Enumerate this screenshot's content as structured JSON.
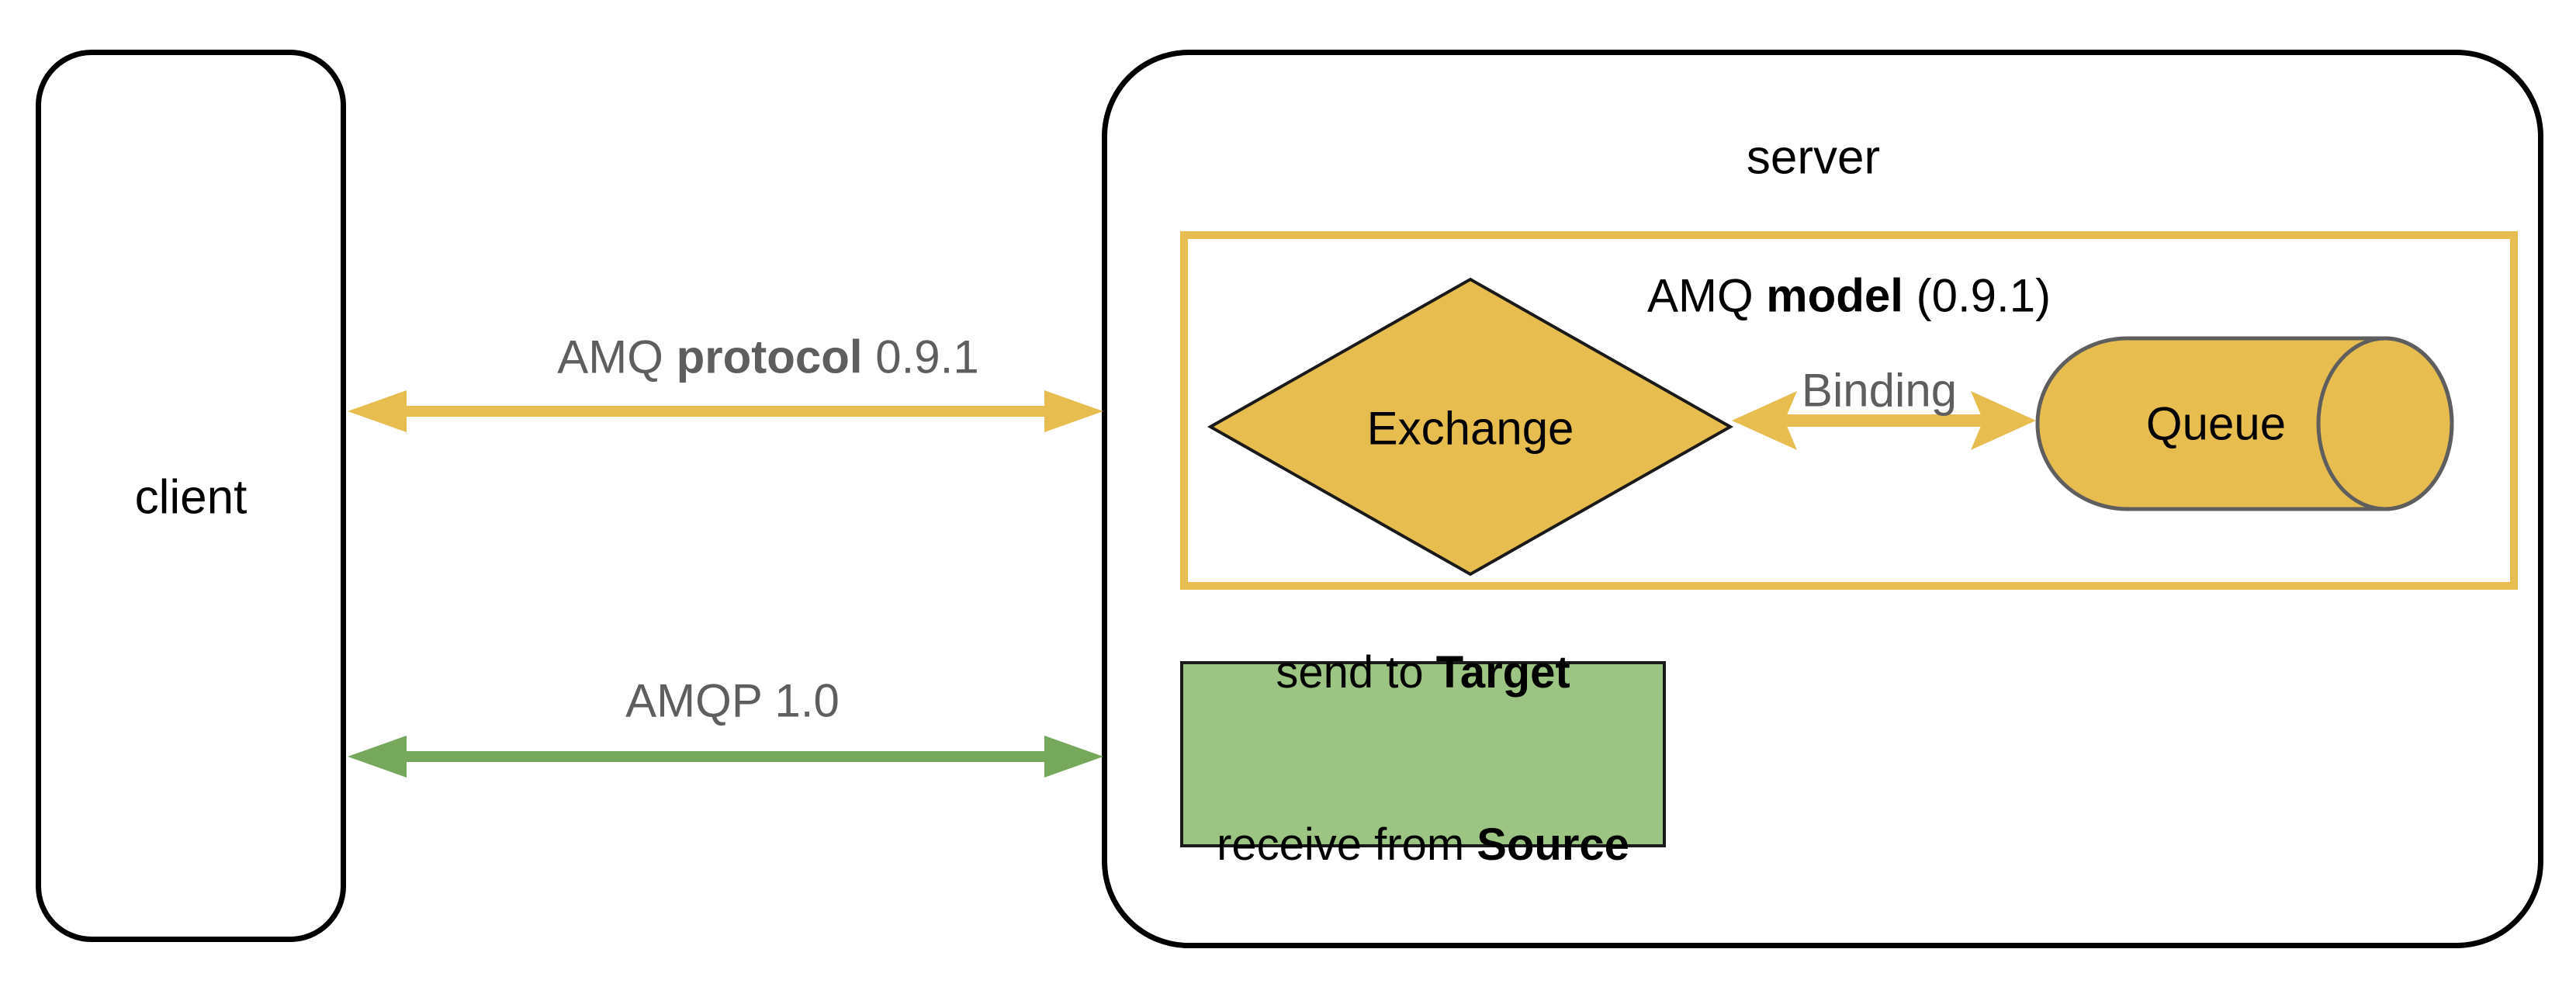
{
  "colors": {
    "yellow": "#E7BD50",
    "green": "#76A85C",
    "green_box_fill": "#9CC483",
    "gray_text": "#5E5E5E",
    "cylinder_border": "#5E5E5E"
  },
  "client": {
    "label": "client"
  },
  "server": {
    "label": "server"
  },
  "connections": {
    "amq_protocol": {
      "prefix": "AMQ ",
      "bold": "protocol",
      "suffix": " 0.9.1"
    },
    "amqp_1_0": {
      "label": "AMQP 1.0"
    }
  },
  "model_box": {
    "prefix": "AMQ ",
    "bold": "model",
    "suffix": " (0.9.1)"
  },
  "exchange": {
    "label": "Exchange"
  },
  "binding": {
    "label": "Binding"
  },
  "queue": {
    "label": "Queue"
  },
  "send_receive_box": {
    "line1_prefix": "send to ",
    "line1_bold": "Target",
    "line2_prefix": "receive from ",
    "line2_bold": "Source"
  }
}
